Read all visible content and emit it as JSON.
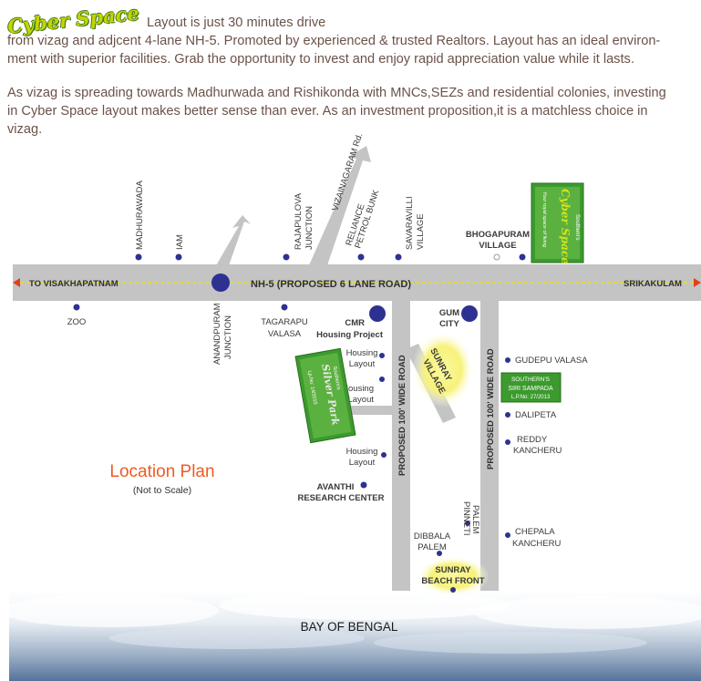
{
  "intro": {
    "logo_text": "Cyber Space",
    "line1": "Layout is just 30 minutes drive",
    "line2": "from vizag and adjcent 4-lane NH-5. Promoted by experienced & trusted Realtors. Layout has an ideal environ-",
    "line3": "ment with superior facilities. Grab the opportunity to invest and enjoy rapid appreciation value while it lasts.",
    "para2_line1": "As vizag is spreading towards Madhurwada and Rishikonda with MNCs,SEZs and residential colonies, investing",
    "para2_line2": "in Cyber Space layout makes better sense than ever. As an investment proposition,it is a matchless choice in",
    "para2_line3": "vizag."
  },
  "map": {
    "title": "Location Plan",
    "subtitle": "(Not to Scale)",
    "sea_label": "BAY OF BENGAL",
    "highway": {
      "name": "NH-5 (PROPOSED 6 LANE ROAD)",
      "west_end": "TO VISAKHAPATNAM",
      "east_end": "SRIKAKULAM"
    },
    "roads": {
      "vizianagaram": "VIZAINAGARAM Rd.",
      "wide_road_left": "PROPOSED 100' WIDE ROAD",
      "wide_road_right": "PROPOSED 100' WIDE ROAD"
    },
    "places_north": {
      "madhurawada": "MADHURAWADA",
      "iam": "IAM",
      "rajapulova_1": "RAJAPULOVA",
      "rajapulova_2": "JUNCTION",
      "reliance_1": "RELIANCE",
      "reliance_2": "PETROL BUNK",
      "savaravilli_1": "SAVARAVILLI",
      "savaravilli_2": "VILLAGE",
      "bhogapuram_1": "BHOGAPURAM",
      "bhogapuram_2": "VILLAGE"
    },
    "places_south": {
      "zoo": "ZOO",
      "anandpuram_1": "ANANDPURAM",
      "anandpuram_2": "JUNCTION",
      "tagarapu_1": "TAGARAPU",
      "tagarapu_2": "VALASA",
      "cmr_1": "CMR",
      "cmr_2": "Housing Project",
      "gum_1": "GUM",
      "gum_2": "CITY",
      "housing_1": "Housing",
      "housing_2": "Layout",
      "avanthi_1": "AVANTHI",
      "avanthi_2": "RESEARCH CENTER",
      "sunray_village_1": "SUNRAY",
      "sunray_village_2": "VILLAGE",
      "gudepu": "GUDEPU VALASA",
      "dalipeta": "DALIPETA",
      "reddy_1": "REDDY",
      "reddy_2": "KANCHERU",
      "chepala_1": "CHEPALA",
      "chepala_2": "KANCHERU",
      "pinneti_1": "PINNETI",
      "pinneti_2": "PALEM",
      "dibbala_1": "DIBBALA",
      "dibbala_2": "PALEM",
      "beach_1": "SUNRAY",
      "beach_2": "BEACH FRONT"
    },
    "boards": {
      "cyber_space": {
        "brand": "Southern's",
        "name": "Cyber Space",
        "tagline": "Your royal space of living"
      },
      "silver_park": {
        "brand": "Southern's",
        "name": "Silver Park",
        "lp": "Lp.No: 14/2015"
      },
      "siri_sampada": {
        "line1": "SOUTHERN'S",
        "line2": "SIRI SAMPADA",
        "line3": "L.P.No: 27/2013"
      }
    },
    "colors": {
      "road": "#c4c4c4",
      "marker": "#2e3192",
      "board_green": "#3c9a2e",
      "title_orange": "#f05a24",
      "glow_yellow": "#f7f27a"
    }
  }
}
